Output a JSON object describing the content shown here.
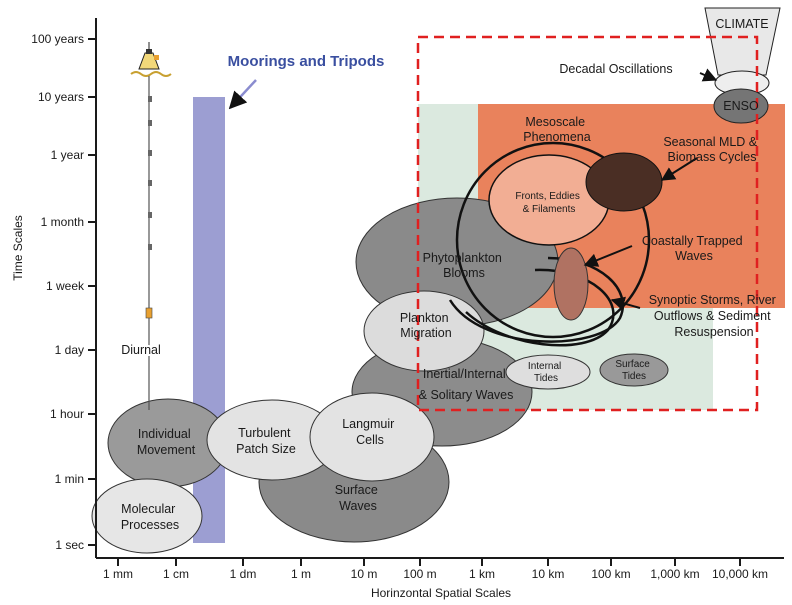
{
  "axes": {
    "y_title": "Time Scales",
    "x_title": "Horinzontal Spatial Scales",
    "y_ticks": [
      "100 years",
      "10 years",
      "1 year",
      "1 month",
      "1 week",
      "1 day",
      "1 hour",
      "1 min",
      "1 sec"
    ],
    "x_ticks": [
      "1 mm",
      "1 cm",
      "1 dm",
      "1 m",
      "10 m",
      "100 m",
      "1 km",
      "10 km",
      "100 km",
      "1,000 km",
      "10,000 km"
    ]
  },
  "labels": {
    "climate": "CLIMATE",
    "decadal": "Decadal Oscillations",
    "enso": "ENSO",
    "mesoscale_1": "Mesoscale",
    "mesoscale_2": "Phenomena",
    "seasonal_1": "Seasonal MLD &",
    "seasonal_2": "Biomass Cycles",
    "fronts_1": "Fronts, Eddies",
    "fronts_2": "& Filaments",
    "coastal_1": "Coastally Trapped",
    "coastal_2": "Waves",
    "phyto_1": "Phytoplankton",
    "phyto_2": "Blooms",
    "storms_1": "Synoptic Storms, River",
    "storms_2": "Outflows & Sediment",
    "storms_3": "Resuspension",
    "plankton_1": "Plankton",
    "plankton_2": "Migration",
    "internal_tides_1": "Internal",
    "internal_tides_2": "Tides",
    "surface_tides_1": "Surface",
    "surface_tides_2": "Tides",
    "inertial_1": "Inertial/Internal",
    "inertial_2": "& Solitary Waves",
    "diurnal": "Diurnal",
    "individual_1": "Individual",
    "individual_2": "Movement",
    "turbulent_1": "Turbulent",
    "turbulent_2": "Patch Size",
    "langmuir_1": "Langmuir",
    "langmuir_2": "Cells",
    "surface_waves_1": "Surface",
    "surface_waves_2": "Waves",
    "molecular_1": "Molecular",
    "molecular_2": "Processes",
    "moorings": "Moorings and Tripods"
  },
  "colors": {
    "axis": "#1a1a1a",
    "dashed_box": "#e02020",
    "mooring_bar": "#9c9ed2",
    "green_region": "#dbe9df",
    "orange_region": "#e9825c",
    "dark_gray": "#7d7d7d",
    "mid_gray": "#9e9e9e",
    "light_gray": "#e4e4e4",
    "seasonal_dark": "#4a2e24"
  }
}
